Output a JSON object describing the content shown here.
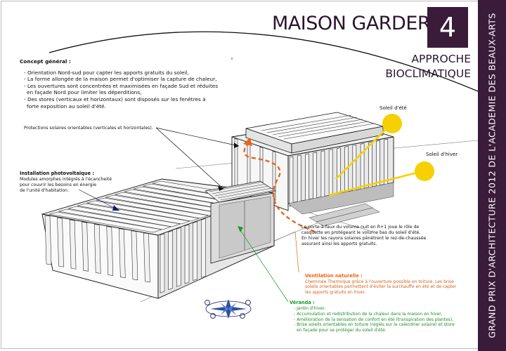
{
  "header": {
    "title": "MAISON GARDER",
    "number": "4",
    "subtitle_line1": "APPROCHE",
    "subtitle_line2": "BIOCLIMATIQUE",
    "sidebar_text": "GRAND PRIX D'ARCHITECTURE 2012 DE L'ACADEMIE DES BEAUX-ARTS"
  },
  "concept": {
    "title": "Concept général :",
    "items": [
      "- Orientation Nord-sud pour capter les apports gratuits du soleil,",
      "- La forme allongée de la maison permet d'optimiser la capture de chaleur,",
      "- Les ouvertures sont concentrées et maximisées en façade Sud et réduites",
      "  en façade Nord pour limiter les déperditions,",
      "- Des stores (verticaux et horizontaux) sont disposés sur les fenêtres à",
      "  forte exposition au soleil d'été."
    ]
  },
  "annotations": {
    "protections": "Protections solaires orientables (verticales et horizontales).",
    "photovoltaique_title": "Installation photovoltaïque :",
    "photovoltaique_line1": "Modules amorphes intégrés à l'écancheité",
    "photovoltaique_line2": "pour couvrir les besoins en énergie",
    "photovoltaique_line3": "de l'unité d'habitation.",
    "soleil_ete": "Soleil d'été",
    "soleil_hiver": "Soleil d'hiver",
    "porte_line1": "Le porte-à-faux du volume nuit en R+1 joue le rôle de",
    "porte_line2": "casquette en protégeant le volume bas du soleil d'été.",
    "porte_line3": "En hiver les rayons solaires pénètrent le rez-de-chaussée",
    "porte_line4": "assurant ainsi les apports gratuits.",
    "ventilation_title": "Ventilation naturelle :",
    "ventilation_line1": "Cheminée Thermique grâce à l'ouverture possible en toiture. Les brise",
    "ventilation_line2": "soleils orientables permettent d'éviter la surchauffe en été et de capter",
    "ventilation_line3": "les apports gratuits en hiver.",
    "veranda_title": "Véranda :",
    "veranda_items": [
      "- Jardin d'hiver,",
      "- Accumulation et redistribution de la chaleur dans la maison en hiver,",
      "- Amélioration de la sensation de confort en été (transpiration des plantes),",
      "- Brise soleils orientables en toiture (réglés sur le calendrier solaire) et store",
      "  en façade pour se protéger du soleil d'été."
    ]
  },
  "colors": {
    "accent_purple": "#3a1b3a",
    "sun_yellow": "#f6d000",
    "ventilation_orange": "#e8661a",
    "veranda_green": "#1a9a2a",
    "pv_navy": "#1a1a6a"
  },
  "icons": [
    "compass-rose-icon",
    "summer-sun-icon",
    "winter-sun-icon"
  ]
}
